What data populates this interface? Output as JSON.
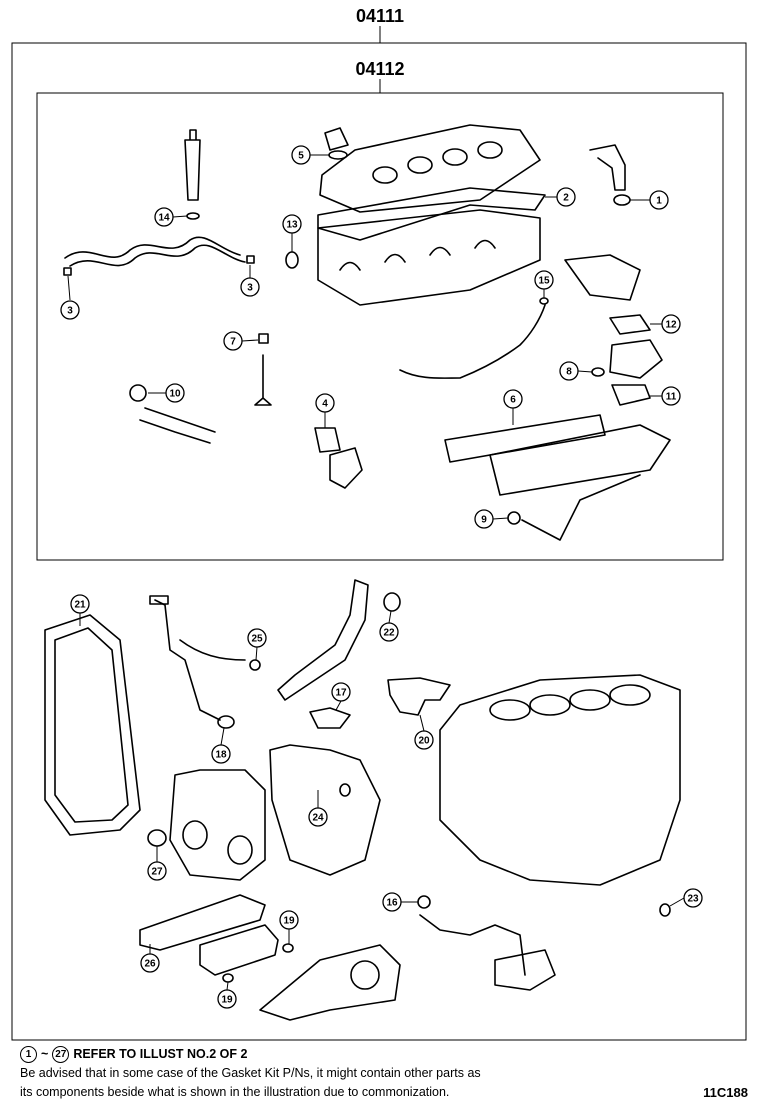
{
  "assembly": {
    "outer_code": "04111",
    "inner_code": "04112"
  },
  "callouts": [
    {
      "id": "c1",
      "label": "1"
    },
    {
      "id": "c2",
      "label": "2"
    },
    {
      "id": "c3a",
      "label": "3"
    },
    {
      "id": "c3b",
      "label": "3"
    },
    {
      "id": "c4",
      "label": "4"
    },
    {
      "id": "c5",
      "label": "5"
    },
    {
      "id": "c6",
      "label": "6"
    },
    {
      "id": "c7",
      "label": "7"
    },
    {
      "id": "c8",
      "label": "8"
    },
    {
      "id": "c9",
      "label": "9"
    },
    {
      "id": "c10",
      "label": "10"
    },
    {
      "id": "c11",
      "label": "11"
    },
    {
      "id": "c12",
      "label": "12"
    },
    {
      "id": "c13",
      "label": "13"
    },
    {
      "id": "c14",
      "label": "14"
    },
    {
      "id": "c15",
      "label": "15"
    },
    {
      "id": "c16",
      "label": "16"
    },
    {
      "id": "c17",
      "label": "17"
    },
    {
      "id": "c18",
      "label": "18"
    },
    {
      "id": "c19a",
      "label": "19"
    },
    {
      "id": "c19b",
      "label": "19"
    },
    {
      "id": "c20",
      "label": "20"
    },
    {
      "id": "c21",
      "label": "21"
    },
    {
      "id": "c22",
      "label": "22"
    },
    {
      "id": "c23",
      "label": "23"
    },
    {
      "id": "c24",
      "label": "24"
    },
    {
      "id": "c25",
      "label": "25"
    },
    {
      "id": "c26",
      "label": "26"
    },
    {
      "id": "c27",
      "label": "27"
    }
  ],
  "footer": {
    "range_start": "1",
    "tilde": "~",
    "range_end": "27",
    "refer_text": "REFER TO ILLUST NO.2 OF 2",
    "note_line1": "Be advised that in some case of the Gasket Kit P/Ns,  it might contain other parts as",
    "note_line2": "its components beside what is shown in the illustration due to commonization."
  },
  "figure_code": "11C188"
}
